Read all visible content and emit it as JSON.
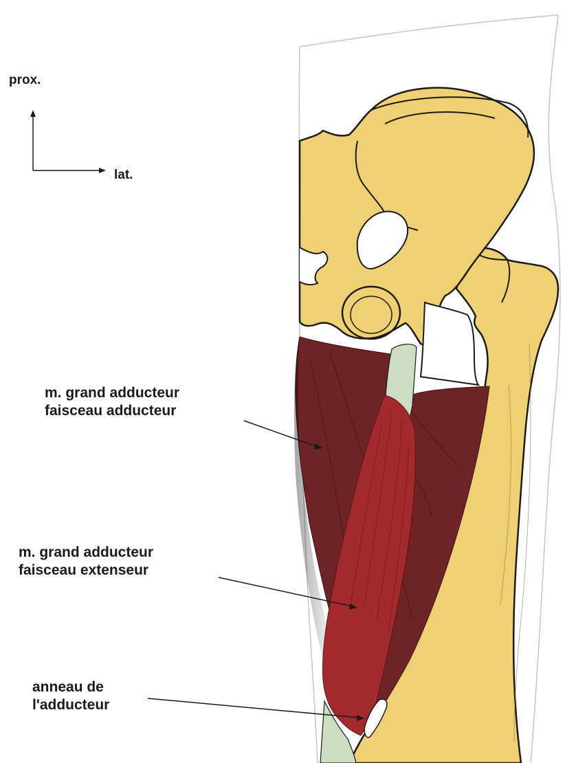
{
  "orientation": {
    "proximal": "prox.",
    "lateral": "lat."
  },
  "labels": {
    "adductor_part": [
      "m. grand adducteur",
      "faisceau adducteur"
    ],
    "extensor_part": [
      "m. grand adducteur",
      "faisceau extenseur"
    ],
    "adductor_ring": [
      "anneau de",
      "l'adducteur"
    ]
  },
  "colors": {
    "bone": "#EFD073",
    "muscle_dark": "#6E2427",
    "muscle_red": "#A32A2C",
    "tendon": "#CCDDC4",
    "outline": "#1a1a1a",
    "skin_outline": "#c4c4c4"
  }
}
